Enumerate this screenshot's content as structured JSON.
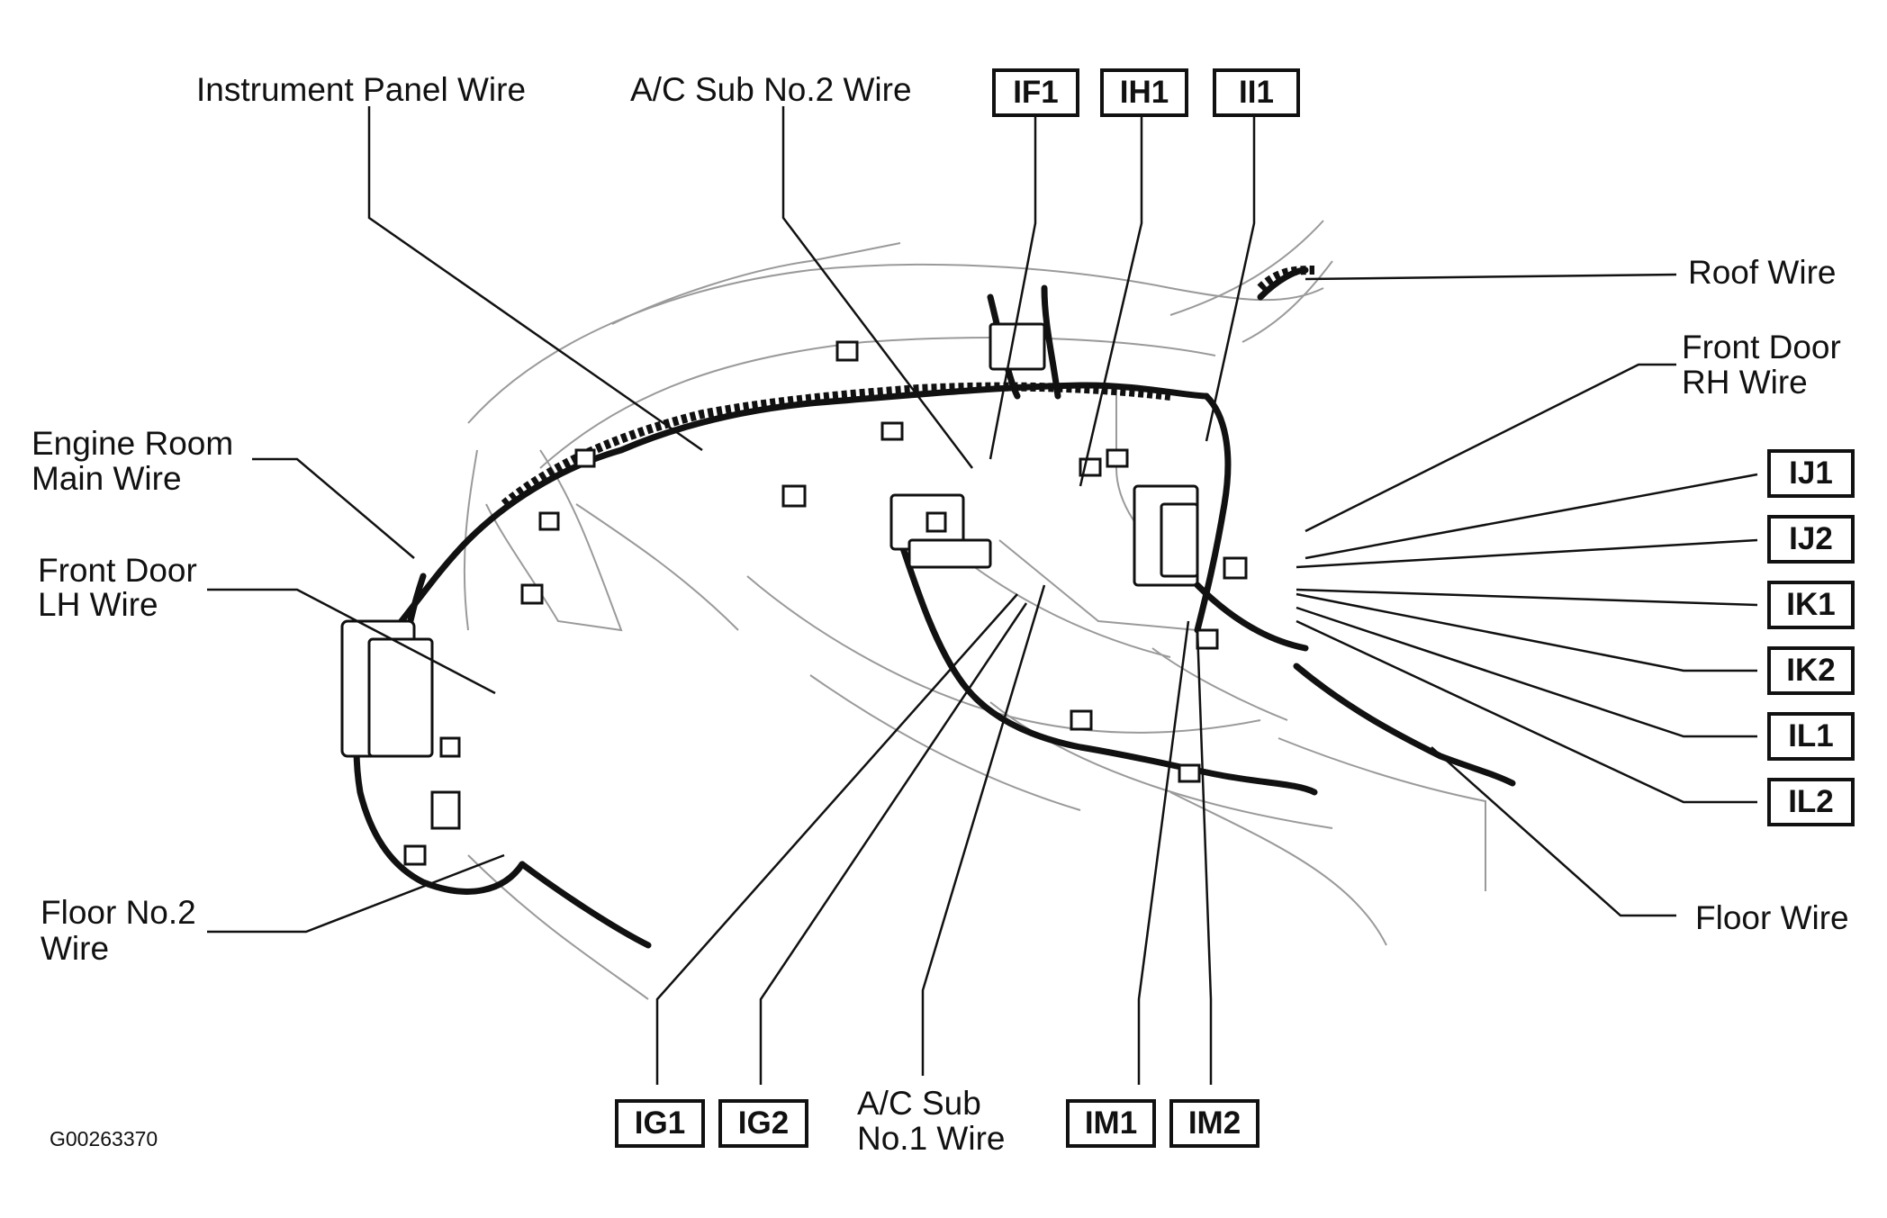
{
  "labels": {
    "instrument_panel_wire": "Instrument Panel Wire",
    "ac_sub_no2_wire": "A/C Sub No.2 Wire",
    "roof_wire": "Roof Wire",
    "front_door_rh_wire_1": "Front Door",
    "front_door_rh_wire_2": "RH Wire",
    "engine_room_main_wire_1": "Engine Room",
    "engine_room_main_wire_2": "Main Wire",
    "front_door_lh_wire_1": "Front Door",
    "front_door_lh_wire_2": "LH Wire",
    "floor_no2_wire_1": "Floor No.2",
    "floor_no2_wire_2": "Wire",
    "ac_sub_no1_wire_1": "A/C Sub",
    "ac_sub_no1_wire_2": "No.1 Wire",
    "floor_wire": "Floor Wire"
  },
  "connectors": {
    "IF1": "IF1",
    "IH1": "IH1",
    "II1": "II1",
    "IJ1": "IJ1",
    "IJ2": "IJ2",
    "IK1": "IK1",
    "IK2": "IK2",
    "IL1": "IL1",
    "IL2": "IL2",
    "IG1": "IG1",
    "IG2": "IG2",
    "IM1": "IM1",
    "IM2": "IM2"
  },
  "figure_code": "G00263370",
  "colors": {
    "ink": "#111111",
    "outline": "#9a9a9a",
    "background": "#ffffff"
  }
}
